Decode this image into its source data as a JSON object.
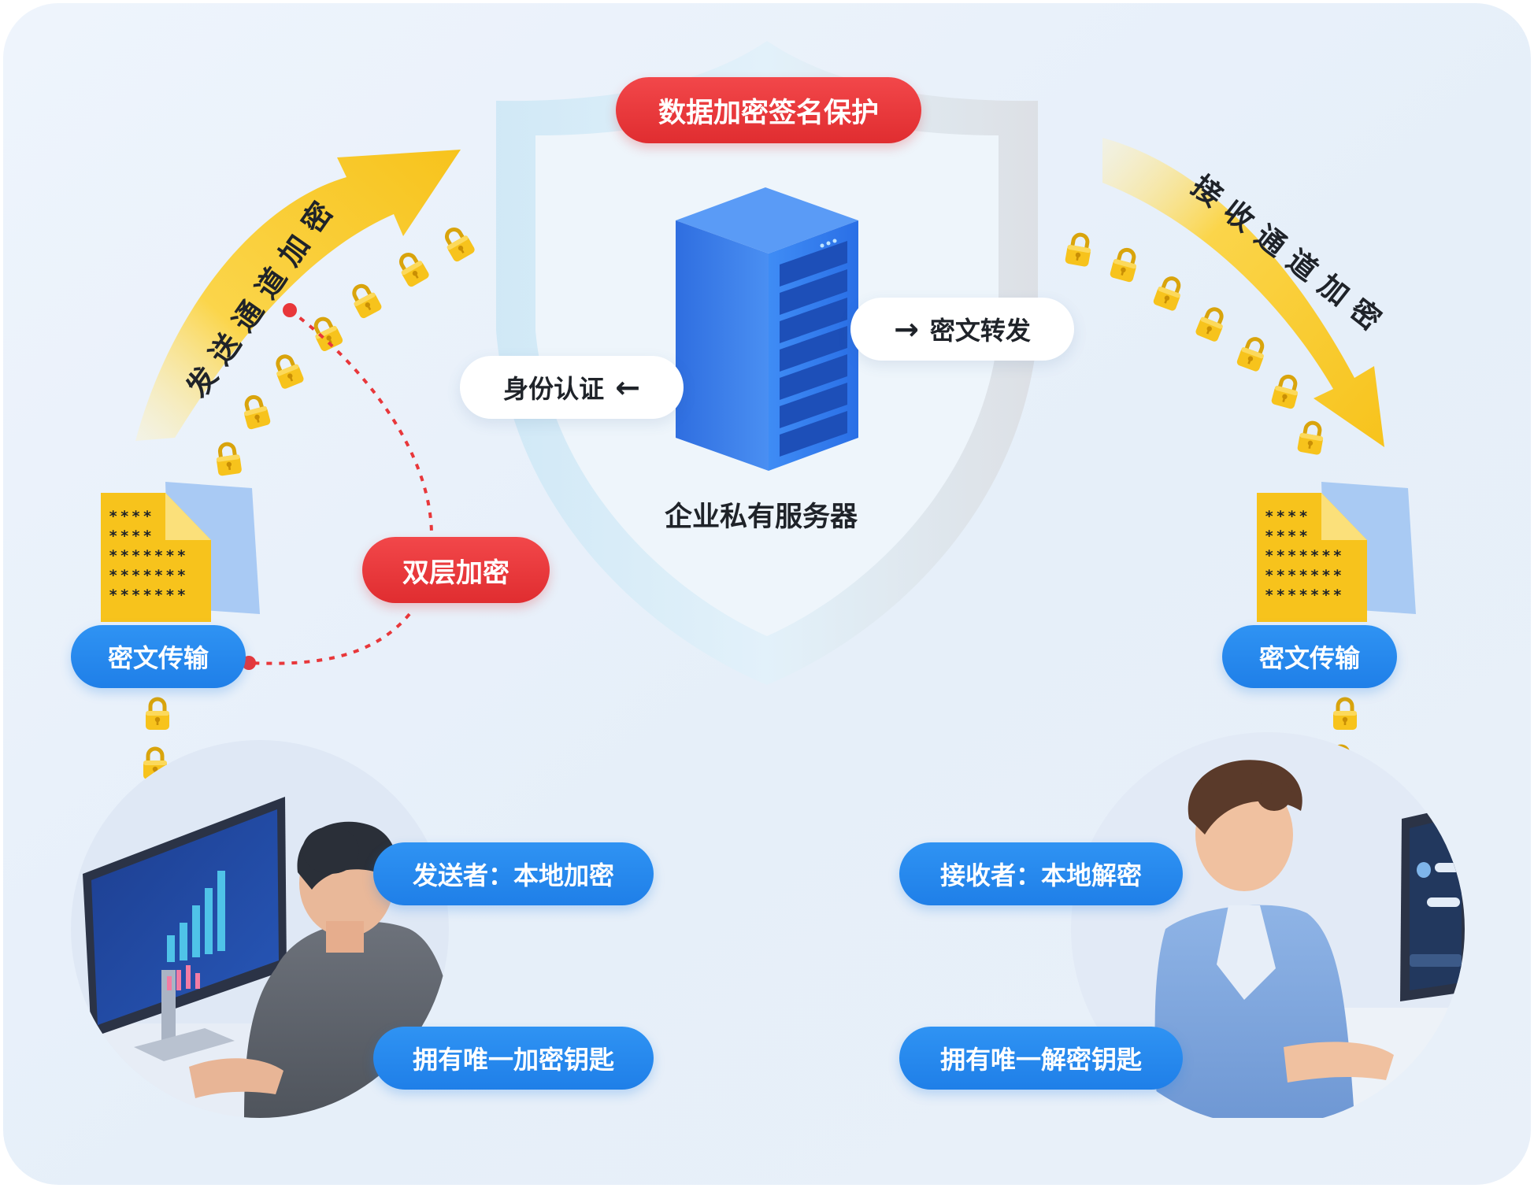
{
  "shield_label": "数据加密签名保护",
  "server_label": "企业私有服务器",
  "auth_label": "身份认证",
  "forward_label": "密文转发",
  "send_channel_label": "发送通道加密",
  "receive_channel_label": "接收通道加密",
  "double_layer_label": "双层加密",
  "left_cipher_label": "密文传输",
  "right_cipher_label": "密文传输",
  "sender_label": "发送者：本地加密",
  "sender_key_label": "拥有唯一加密钥匙",
  "receiver_label": "接收者：本地解密",
  "receiver_key_label": "拥有唯一解密钥匙",
  "file_masked_lines": [
    "****",
    "****",
    "*******",
    "*******",
    "*******"
  ],
  "colors": {
    "red": "#e8373a",
    "blue": "#2389ee",
    "yellow": "#f7c31c",
    "server_blue": "#2f7df0",
    "background": "#eaf2fb"
  },
  "icons": [
    "lock-icon",
    "server-icon",
    "shield-icon",
    "document-icon",
    "arrow-icon",
    "monitor-icon",
    "person-icon"
  ]
}
